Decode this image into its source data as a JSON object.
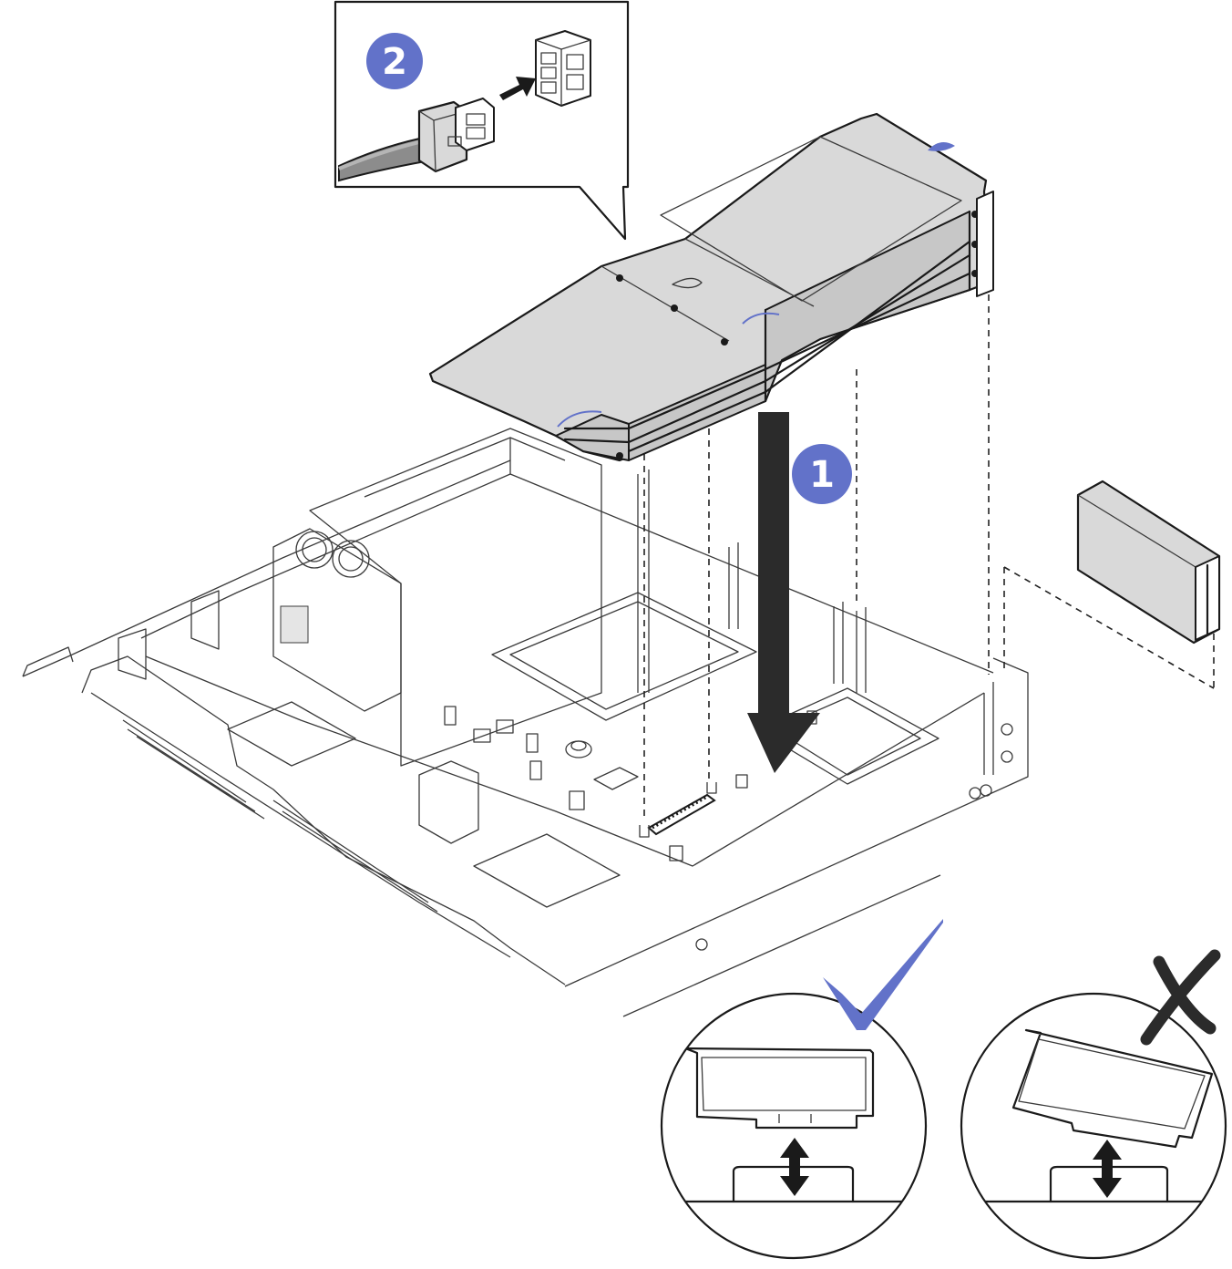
{
  "figure": {
    "step_badges": [
      {
        "label": "1",
        "name": "step-1"
      },
      {
        "label": "2",
        "name": "step-2"
      }
    ],
    "colors": {
      "accent": "#6272c9",
      "line": "#1a1a1a",
      "riser_gray": "#d9d9d9",
      "cable_gray": "#8c8c8c"
    },
    "icons": [
      "checkmark-icon",
      "x-mark-icon",
      "down-arrow-icon",
      "push-arrow-icon",
      "double-arrow-icon"
    ]
  }
}
